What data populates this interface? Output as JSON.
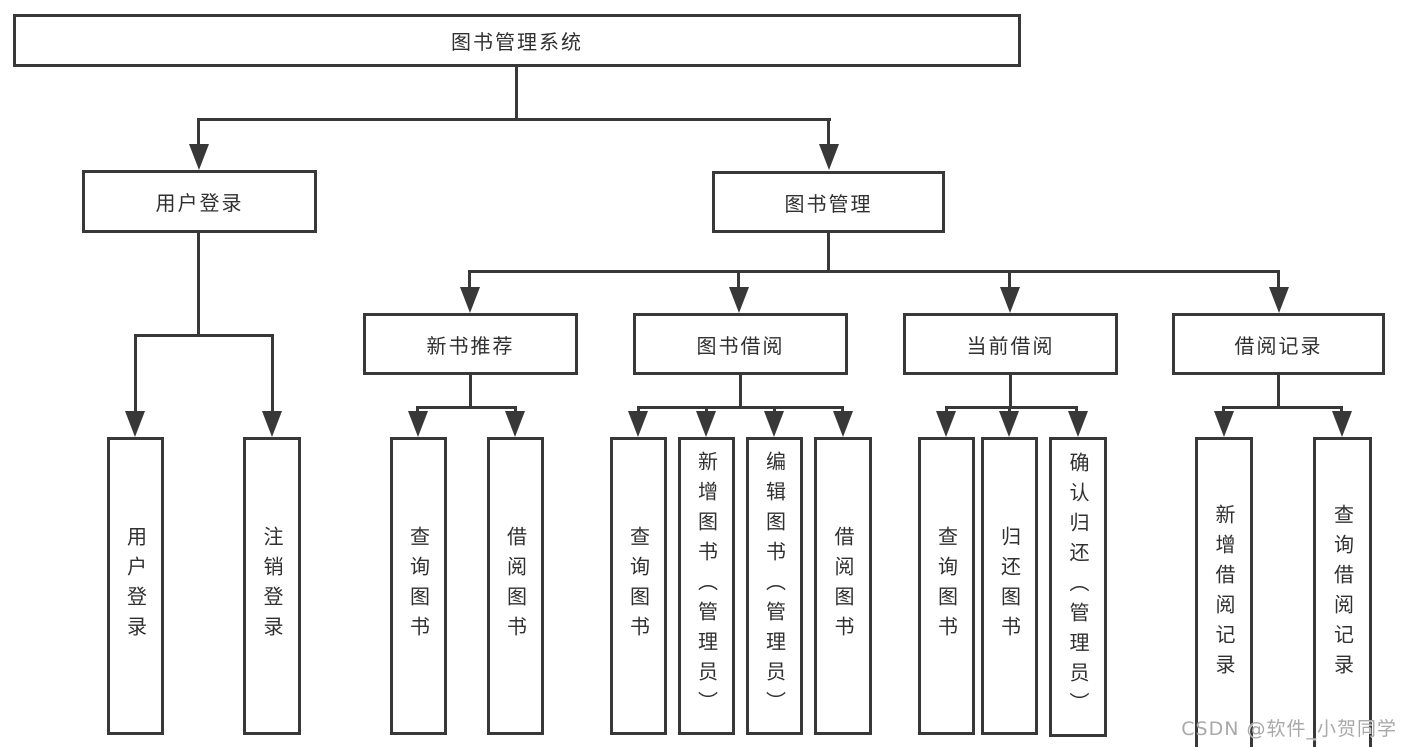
{
  "diagram": {
    "watermark": "CSDN @软件_小贺同学",
    "colors": {
      "line": "#383838",
      "box_border": "#383838",
      "text": "#303030",
      "background": "#ffffff",
      "watermark": "#a9a9a9"
    },
    "root": {
      "label": "图书管理系统",
      "children": [
        {
          "label": "用户登录",
          "children": [
            {
              "label": "用户登录"
            },
            {
              "label": "注销登录"
            }
          ]
        },
        {
          "label": "图书管理",
          "children": [
            {
              "label": "新书推荐",
              "children": [
                {
                  "label": "查询图书"
                },
                {
                  "label": "借阅图书"
                }
              ]
            },
            {
              "label": "图书借阅",
              "children": [
                {
                  "label": "查询图书"
                },
                {
                  "label": "新增图书（管理员）"
                },
                {
                  "label": "编辑图书（管理员）"
                },
                {
                  "label": "借阅图书"
                }
              ]
            },
            {
              "label": "当前借阅",
              "children": [
                {
                  "label": "查询图书"
                },
                {
                  "label": "归还图书"
                },
                {
                  "label": "确认归还（管理员）"
                }
              ]
            },
            {
              "label": "借阅记录",
              "children": [
                {
                  "label": "新增借阅记录"
                },
                {
                  "label": "查询借阅记录"
                }
              ]
            }
          ]
        }
      ]
    }
  }
}
